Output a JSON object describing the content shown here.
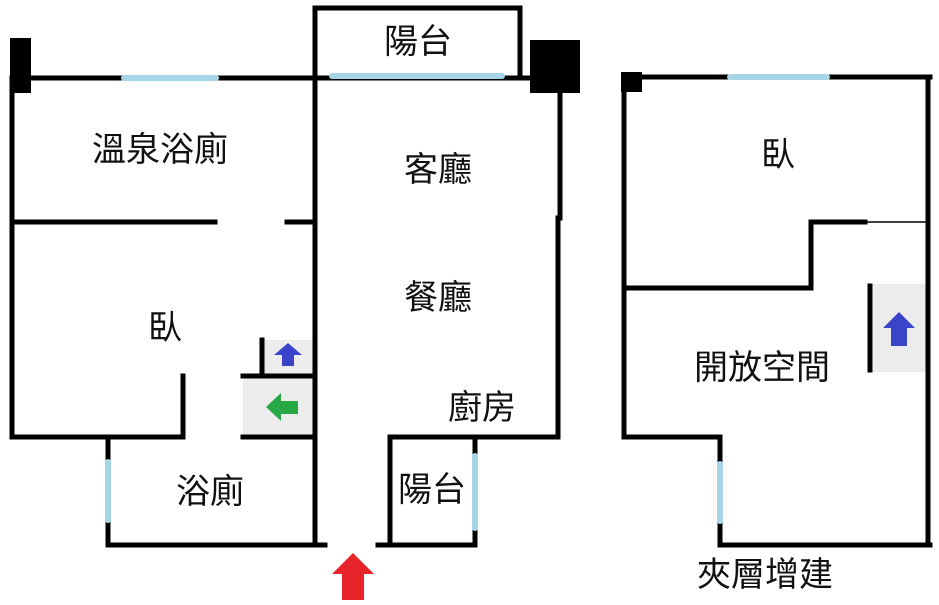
{
  "ground_floor": {
    "rooms": {
      "balcony_top": "陽台",
      "hot_spring_bath": "溫泉浴廁",
      "living_room": "客廳",
      "dining_room": "餐廳",
      "bedroom": "臥",
      "kitchen": "廚房",
      "bathroom": "浴廁",
      "balcony_small": "陽台"
    }
  },
  "mezzanine": {
    "caption": "夾層增建",
    "rooms": {
      "bedroom": "臥",
      "open_space": "開放空間"
    }
  },
  "colors": {
    "wall": "#000000",
    "window": "#a6d6e6",
    "entrance_arrow": "#e8232a",
    "stairs_up_arrow": "#3a44c8",
    "stairs_turn_arrow": "#27a844",
    "stair_fill": "#ececec"
  },
  "icons": [
    "entrance-arrow-icon",
    "stairs-up-arrow-icon",
    "stairs-left-arrow-icon"
  ]
}
